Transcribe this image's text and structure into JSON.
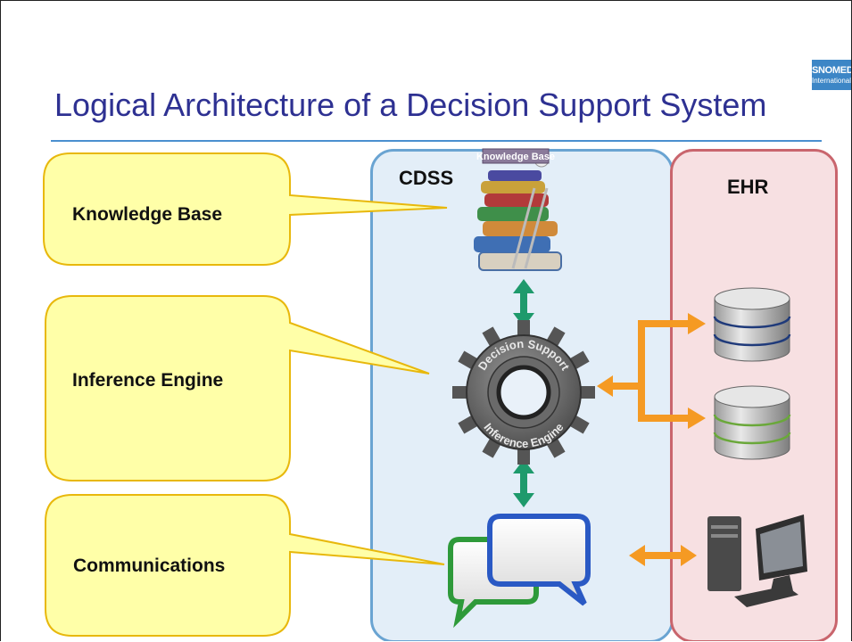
{
  "slide": {
    "title": "Logical Architecture of a Decision Support System",
    "logo": {
      "line1": "SNOMED",
      "line2": "International"
    }
  },
  "panels": {
    "cdss_label": "CDSS",
    "ehr_label": "EHR"
  },
  "callouts": [
    {
      "label": "Knowledge Base"
    },
    {
      "label": "Inference Engine"
    },
    {
      "label": "Communications"
    }
  ],
  "icons": {
    "books_sign": "Knowledge Base",
    "gear_top_text": "Decision Support",
    "gear_bottom_text": "Inference Engine"
  },
  "colors": {
    "title": "#2e3192",
    "callout_fill": "#ffffa8",
    "callout_stroke": "#e8b80c",
    "cdss_fill": "#e3eef8",
    "cdss_border": "#6aa4d2",
    "ehr_fill": "#f7e0e2",
    "ehr_border": "#c9656d",
    "green_arrow": "#1e9a6c",
    "orange_arrow": "#f59a23"
  }
}
